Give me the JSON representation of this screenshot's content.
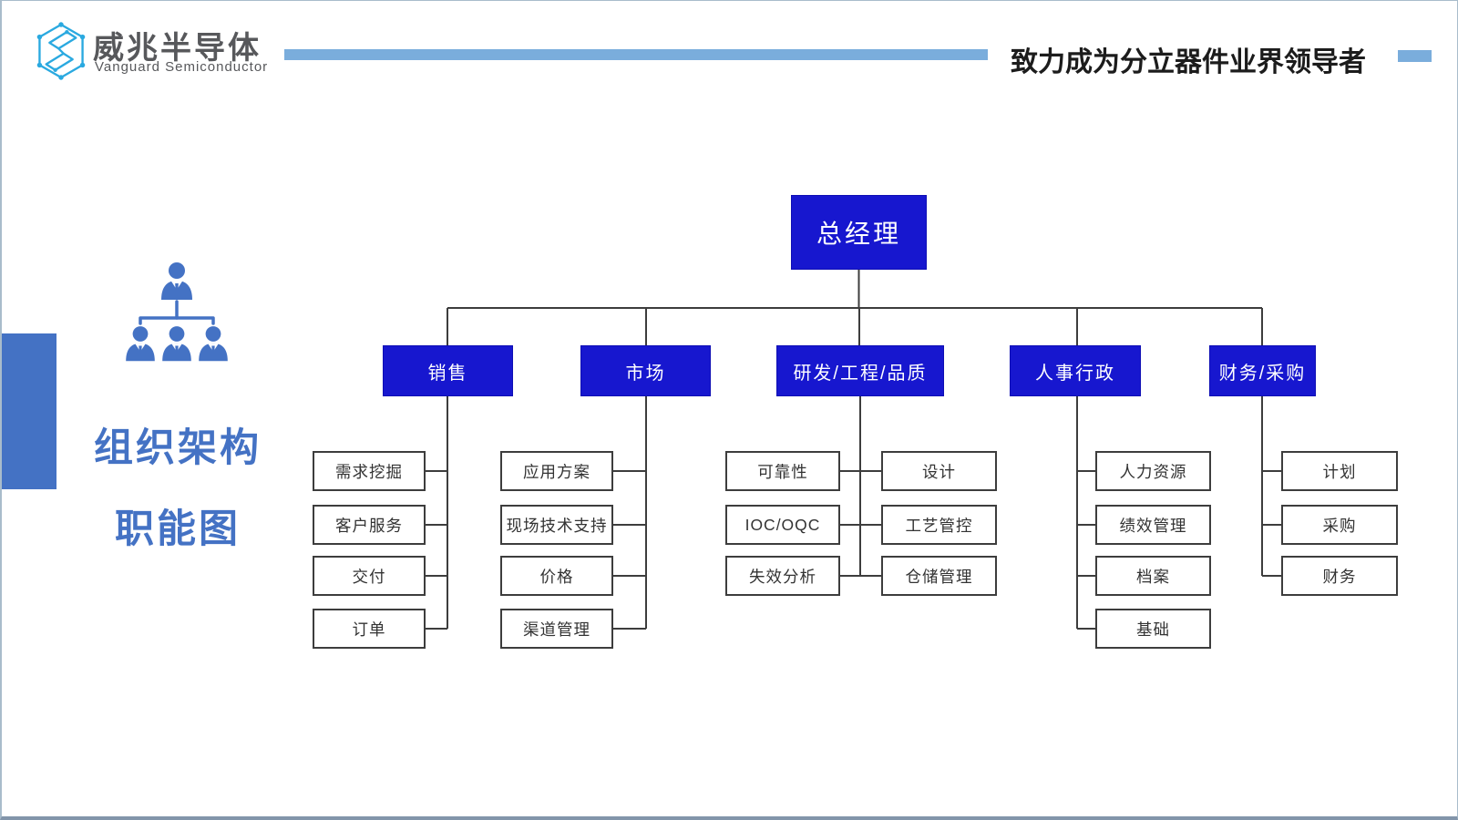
{
  "header": {
    "company_cn": "威兆半导体",
    "company_en": "Vanguard Semiconductor",
    "slogan": "致力成为分立器件业界领导者"
  },
  "sidebar": {
    "title_line1": "组织架构",
    "title_line2": "职能图"
  },
  "org": {
    "root": "总经理",
    "departments": [
      {
        "label": "销售",
        "children": [
          "需求挖掘",
          "客户服务",
          "交付",
          "订单"
        ]
      },
      {
        "label": "市场",
        "children": [
          "应用方案",
          "现场技术支持",
          "价格",
          "渠道管理"
        ]
      },
      {
        "label": "研发/工程/品质",
        "children_left": [
          "可靠性",
          "IOC/OQC",
          "失效分析"
        ],
        "children_right": [
          "设计",
          "工艺管控",
          "仓储管理"
        ]
      },
      {
        "label": "人事行政",
        "children": [
          "人力资源",
          "绩效管理",
          "档案",
          "基础"
        ]
      },
      {
        "label": "财务/采购",
        "children": [
          "计划",
          "采购",
          "财务"
        ]
      }
    ]
  },
  "colors": {
    "accent_bar_blue": "#7aaddc",
    "sidebar_blue": "#4472c4",
    "node_box_blue": "#1717cf",
    "connector_gray": "#3d3d3d",
    "logo_cyan": "#2aa9e0",
    "slogan_text": "#1c1c1c"
  }
}
